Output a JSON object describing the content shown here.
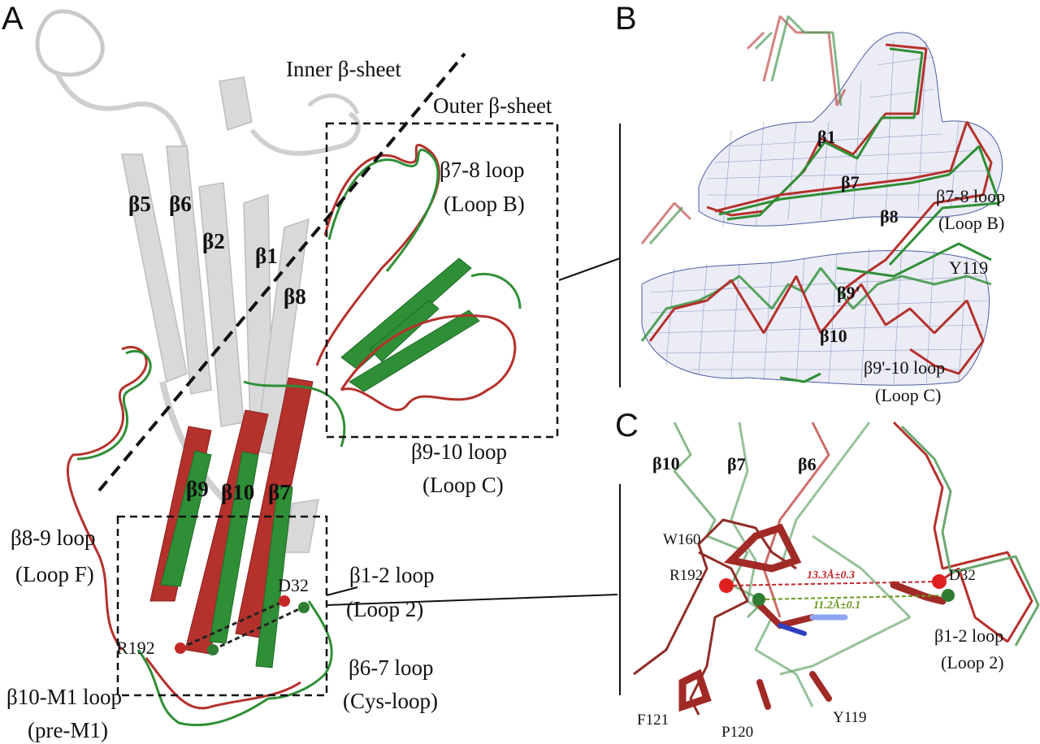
{
  "panels": {
    "a": "A",
    "b": "B",
    "c": "C"
  },
  "panel_a": {
    "inner_sheet": "Inner β-sheet",
    "outer_sheet": "Outer β-sheet",
    "b5": "β5",
    "b6": "β6",
    "b2": "β2",
    "b1": "β1",
    "b8": "β8",
    "b9": "β9",
    "b10": "β10",
    "b7": "β7",
    "loop_b_1": "β7-8 loop",
    "loop_b_2": "(Loop B)",
    "loop_c_1": "β9-10 loop",
    "loop_c_2": "(Loop C)",
    "loop_f_1": "β8-9 loop",
    "loop_f_2": "(Loop F)",
    "loop2_1": "β1-2 loop",
    "loop2_2": "(Loop 2)",
    "cys_1": "β6-7 loop",
    "cys_2": "(Cys-loop)",
    "prem1_1": "β10-M1 loop",
    "prem1_2": "(pre-M1)",
    "d32": "D32",
    "r192": "R192"
  },
  "panel_b": {
    "b1": "β1",
    "b7": "β7",
    "b8": "β8",
    "b9p": "β9'",
    "b10": "β10",
    "y119": "Y119",
    "loop_b_1": "β7-8 loop",
    "loop_b_2": "(Loop B)",
    "loop_c_1": "β9'-10 loop",
    "loop_c_2": "(Loop C)"
  },
  "panel_c": {
    "b10": "β10",
    "b7": "β7",
    "b6": "β6",
    "w160": "W160",
    "r192": "R192",
    "d32": "D32",
    "dist_red": "13.3Å±0.3",
    "dist_green": "11.2Å±0.1",
    "loop2_1": "β1-2 loop",
    "loop2_2": "(Loop 2)",
    "f121": "F121",
    "p120": "P120",
    "y119": "Y119"
  },
  "colors": {
    "red_state": "#b5312c",
    "green_state": "#2f8f36",
    "gray_domain": "#d4d4d4",
    "mesh": "#3b4a9c"
  }
}
